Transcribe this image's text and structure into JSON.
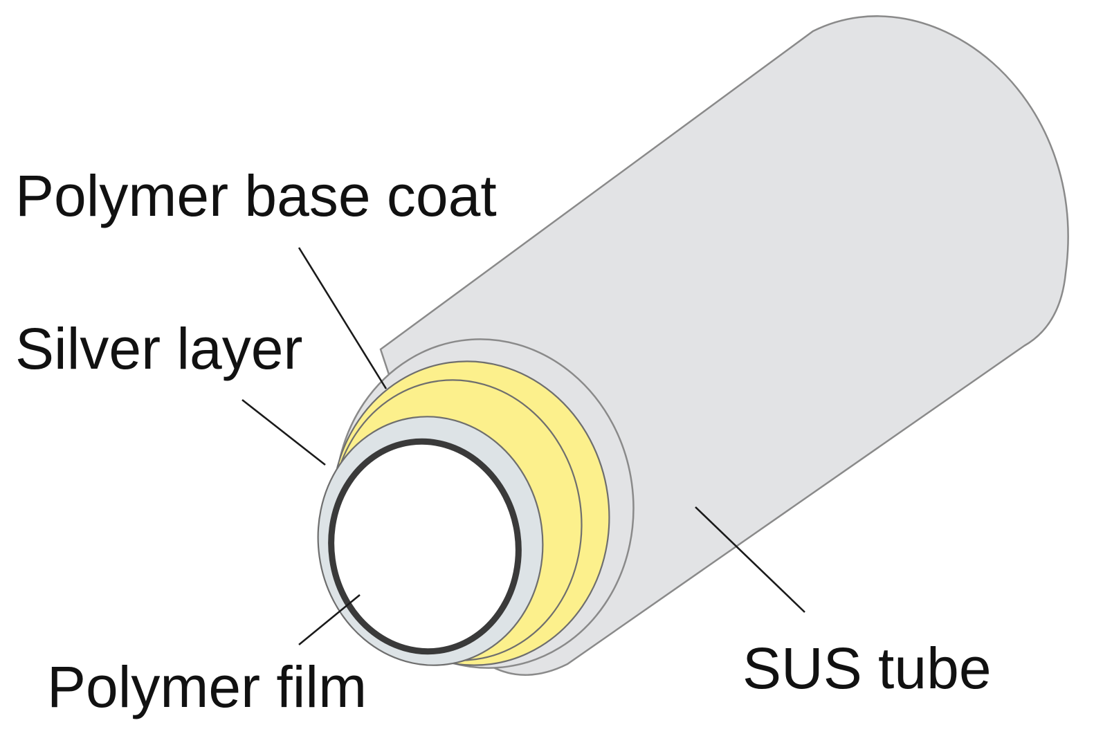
{
  "labels": {
    "base_coat": "Polymer base coat",
    "silver_layer": "Silver layer",
    "polymer_film": "Polymer film",
    "sus_tube": "SUS tube"
  },
  "colors": {
    "sus_tube": "#e2e3e5",
    "tube_outline": "#8a8a8a",
    "base_coat": "#fcf08c",
    "silver_layer": "#dde3e6",
    "polymer_film": "#3a3a3a",
    "bore": "#ffffff"
  }
}
